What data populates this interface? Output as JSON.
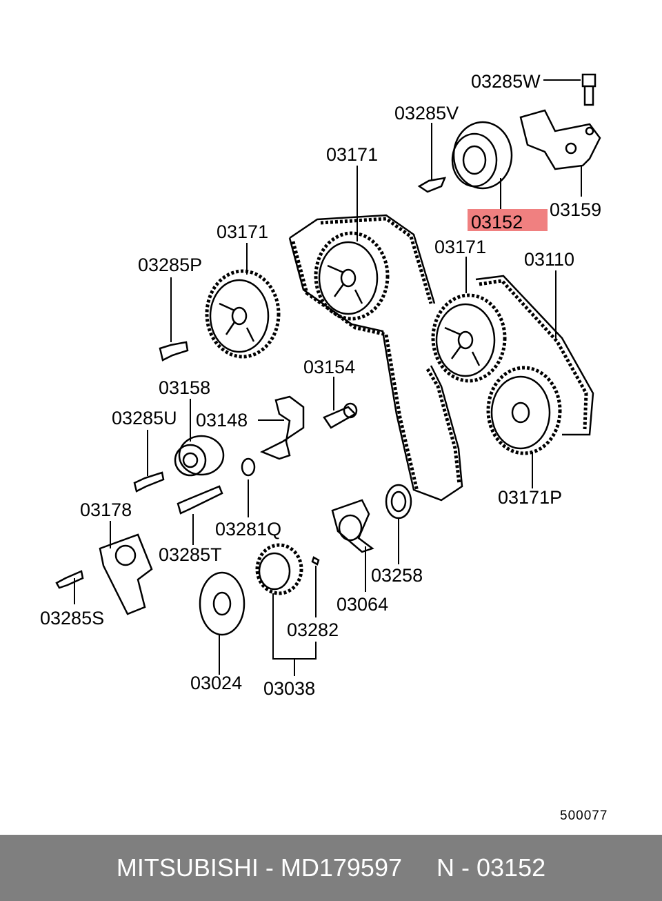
{
  "labels": {
    "l03285W": "03285W",
    "l03285V": "03285V",
    "l03171_top": "03171",
    "l03152": "03152",
    "l03159": "03159",
    "l03171_left": "03171",
    "l03171_right": "03171",
    "l03110": "03110",
    "l03285P": "03285P",
    "l03154": "03154",
    "l03158": "03158",
    "l03148": "03148",
    "l03285U": "03285U",
    "l03171P": "03171P",
    "l03178": "03178",
    "l03281Q": "03281Q",
    "l03285T": "03285T",
    "l03258": "03258",
    "l03285S": "03285S",
    "l03064": "03064",
    "l03282": "03282",
    "l03024": "03024",
    "l03038": "03038"
  },
  "highlight_color": "#f08080",
  "diagram_ref": "500077",
  "footer": {
    "text": "MITSUBISHI - MD179597     N - 03152",
    "background": "#7f7f7f"
  }
}
